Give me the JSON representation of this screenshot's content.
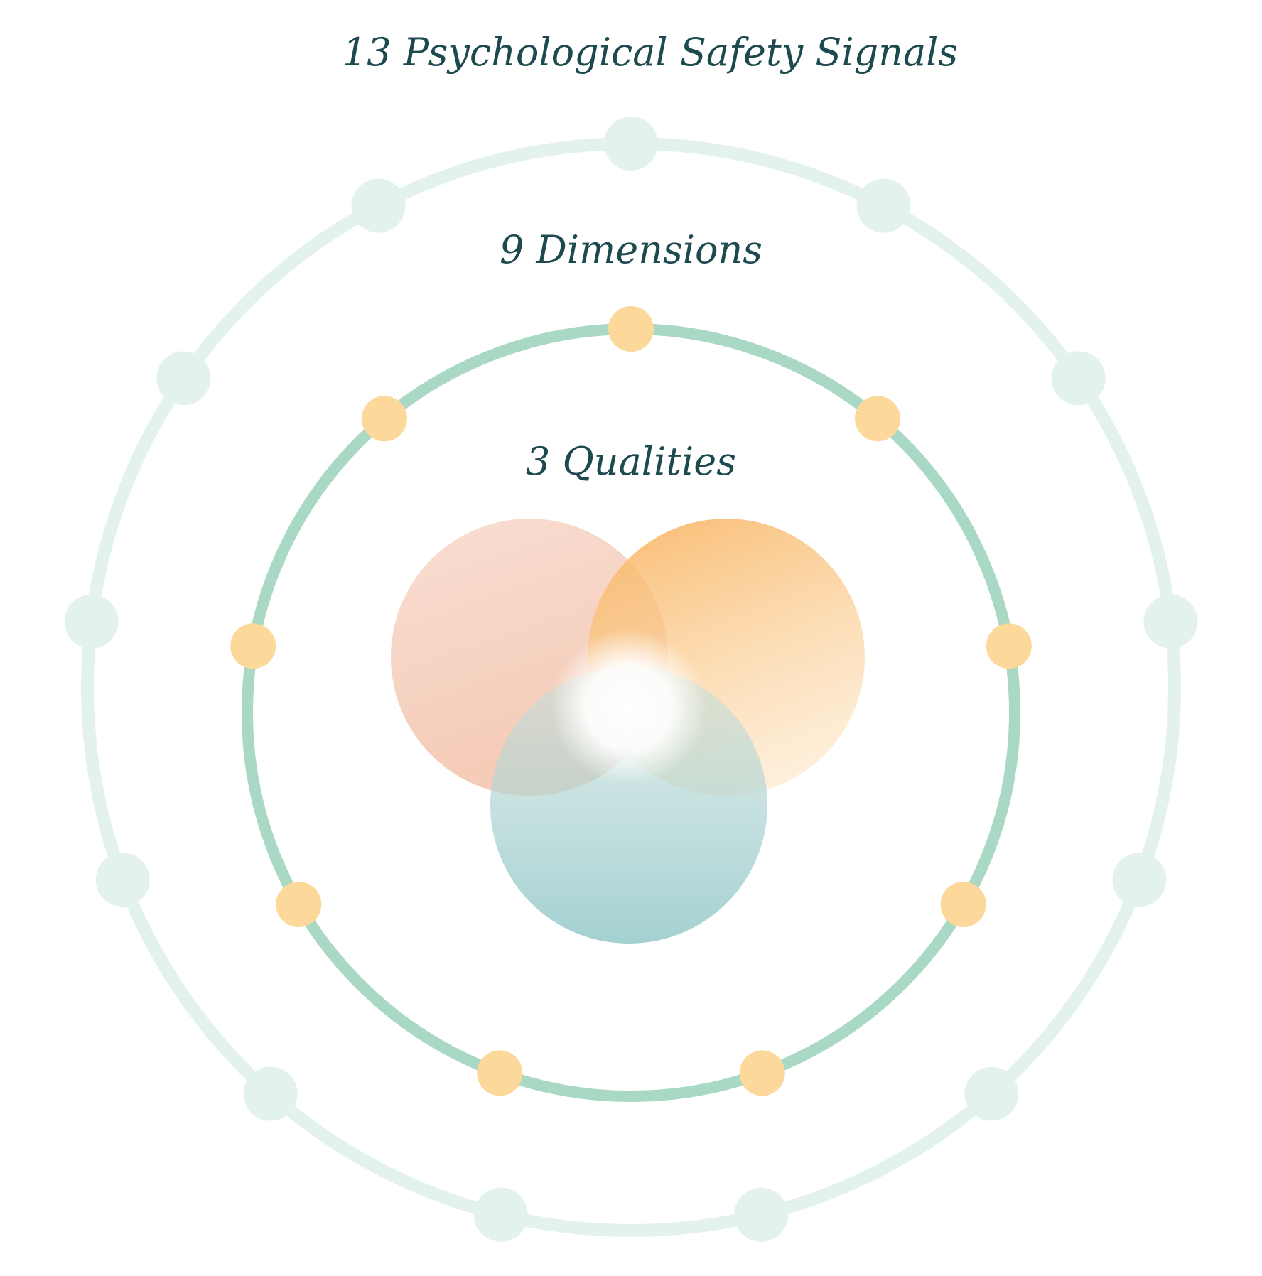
{
  "labels": {
    "outer": "13 Psychological Safety Signals",
    "middle": "9 Dimensions",
    "inner": "3 Qualities"
  },
  "rings": {
    "outer": {
      "node_count": 13,
      "ring_color": "#e4f2ec",
      "node_color": "#e4f2ec"
    },
    "middle": {
      "node_count": 9,
      "ring_color": "#a9d8c5",
      "node_color": "#fcd89b"
    }
  },
  "qualities": {
    "count": 3,
    "colors": {
      "left": "#f5cbb6",
      "right": "#f9bd74",
      "bottom": "#a9d2d1"
    }
  },
  "colors": {
    "label_text": "#1d4a4f",
    "background": "#ffffff"
  }
}
